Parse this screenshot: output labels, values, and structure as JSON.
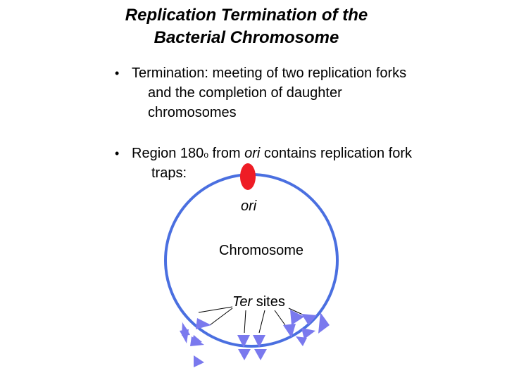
{
  "title": {
    "line1": "Replication Termination of the",
    "line2": "Bacterial Chromosome"
  },
  "bullets": [
    {
      "bullet_char": "•",
      "lines": [
        "Termination: meeting of two replication forks",
        "and the completion of daughter",
        "chromosomes"
      ]
    },
    {
      "bullet_char": "•",
      "prefix": "Region 180",
      "sup": "o",
      "mid": " from ",
      "italic": "ori",
      "suffix": " contains replication fork",
      "line2": "traps:"
    }
  ],
  "diagram": {
    "ori_label": "ori",
    "chromosome_label": "Chromosome",
    "ter_italic": "Ter",
    "ter_suffix": " sites",
    "colors": {
      "circle": "#4a6fe0",
      "ori": "#ee1c25",
      "ter": "#7a79ee"
    }
  }
}
